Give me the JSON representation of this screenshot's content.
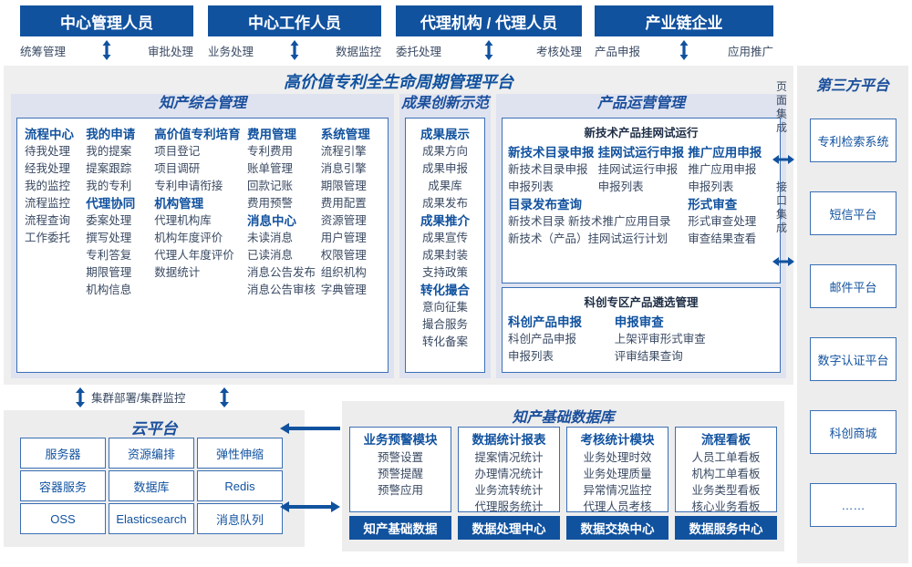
{
  "roles": [
    {
      "title": "中心管理人员",
      "left": "统筹管理",
      "right": "审批处理"
    },
    {
      "title": "中心工作人员",
      "left": "业务处理",
      "right": "数据监控"
    },
    {
      "title": "代理机构 / 代理人员",
      "left": "委托处理",
      "right": "考核处理"
    },
    {
      "title": "产业链企业",
      "left": "产品申报",
      "right": "应用推广"
    }
  ],
  "platform": {
    "title": "高价值专利全生命周期管理平台",
    "zhichan": {
      "title": "知产综合管理",
      "columns": [
        {
          "groups": [
            {
              "head": "流程中心",
              "items": [
                "待我处理",
                "经我处理",
                "我的监控",
                "流程监控",
                "流程查询",
                "工作委托"
              ]
            }
          ]
        },
        {
          "groups": [
            {
              "head": "我的申请",
              "items": [
                "我的提案",
                "提案跟踪",
                "我的专利"
              ]
            },
            {
              "head": "代理协同",
              "items": [
                "委案处理",
                "撰写处理",
                "专利答复",
                "期限管理",
                "机构信息"
              ]
            }
          ]
        },
        {
          "groups": [
            {
              "head": "高价值专利培育",
              "items": [
                "项目登记",
                "项目调研",
                "专利申请衔接"
              ]
            },
            {
              "head": "机构管理",
              "items": [
                "代理机构库",
                "机构年度评价",
                "代理人年度评价",
                "数据统计"
              ]
            }
          ]
        },
        {
          "groups": [
            {
              "head": "费用管理",
              "items": [
                "专利费用",
                "账单管理",
                "回款记账",
                "费用预警"
              ]
            },
            {
              "head": "消息中心",
              "items": [
                "未读消息",
                "已读消息",
                "消息公告发布",
                "消息公告审核"
              ]
            }
          ]
        },
        {
          "groups": [
            {
              "head": "系统管理",
              "items": [
                "流程引擎",
                "消息引擎",
                "期限管理",
                "费用配置",
                "资源管理",
                "用户管理",
                "权限管理",
                "组织机构",
                "字典管理"
              ]
            }
          ]
        }
      ]
    },
    "chengguo": {
      "title": "成果创新示范",
      "groups": [
        {
          "head": "成果展示",
          "items": [
            "成果方向",
            "成果申报",
            "成果库",
            "成果发布"
          ]
        },
        {
          "head": "成果推介",
          "items": [
            "成果宣传",
            "成果封装",
            "支持政策"
          ]
        },
        {
          "head": "转化撮合",
          "items": [
            "意向征集",
            "撮合服务",
            "转化备案"
          ]
        }
      ]
    },
    "chanpin": {
      "title": "产品运营管理",
      "block1": {
        "title": "新技术产品挂网试运行",
        "row1": [
          {
            "head": "新技术目录申报",
            "items": [
              "新技术目录申报",
              "申报列表"
            ]
          },
          {
            "head": "挂网试运行申报",
            "items": [
              "挂网试运行申报",
              "申报列表"
            ]
          },
          {
            "head": "推广应用申报",
            "items": [
              "推广应用申报",
              "申报列表"
            ]
          }
        ],
        "row2_left_head": "目录发布查询",
        "row2_left_items": [
          "新技术目录        新技术推广应用目录",
          "新技术（产品）挂网试运行计划"
        ],
        "row2_right_head": "形式审查",
        "row2_right_items": [
          "形式审查处理",
          "审查结果查看"
        ]
      },
      "block2": {
        "title": "科创专区产品遴选管理",
        "cols": [
          {
            "head": "科创产品申报",
            "items": [
              "科创产品申报",
              "申报列表"
            ]
          },
          {
            "head": "申报审查",
            "items": [
              "上架评审形式审查",
              "评审结果查询"
            ]
          }
        ]
      }
    },
    "integration": {
      "page": "页面集成",
      "api": "接口集成"
    }
  },
  "third_party": {
    "title": "第三方平台",
    "items": [
      "专利检索系统",
      "短信平台",
      "邮件平台",
      "数字认证平台",
      "科创商城",
      "……"
    ]
  },
  "cloud": {
    "arrow_label": "集群部署/集群监控",
    "title": "云平台",
    "cells": [
      "服务器",
      "资源编排",
      "弹性伸缩",
      "容器服务",
      "数据库",
      "Redis",
      "OSS",
      "Elasticsearch",
      "消息队列"
    ]
  },
  "database": {
    "title": "知产基础数据库",
    "columns": [
      {
        "head": "业务预警模块",
        "items": [
          "预警设置",
          "预警提醒",
          "预警应用"
        ],
        "foot": "知产基础数据"
      },
      {
        "head": "数据统计报表",
        "items": [
          "提案情况统计",
          "办理情况统计",
          "业务流转统计",
          "代理服务统计"
        ],
        "foot": "数据处理中心"
      },
      {
        "head": "考核统计模块",
        "items": [
          "业务处理时效",
          "业务处理质量",
          "异常情况监控",
          "代理人员考核"
        ],
        "foot": "数据交换中心"
      },
      {
        "head": "流程看板",
        "items": [
          "人员工单看板",
          "机构工单看板",
          "业务类型看板",
          "核心业务看板"
        ],
        "foot": "数据服务中心"
      }
    ]
  },
  "colors": {
    "brand_blue": "#11529F",
    "panel_lavender": "#DFE3F0",
    "panel_gray": "#EDEDED",
    "border_blue": "#3A6FB5"
  }
}
